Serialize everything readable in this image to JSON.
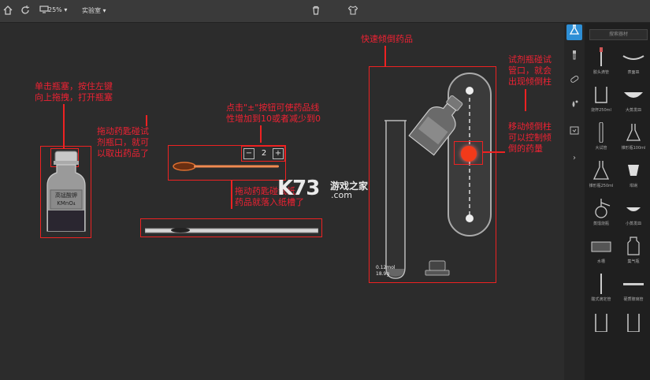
{
  "toolbar": {
    "zoom": "25%",
    "lab_menu": "实验室",
    "home_icon": "home-icon",
    "refresh_icon": "refresh-icon",
    "monitor_icon": "monitor-icon",
    "trash_icon": "trash-icon",
    "shirt_icon": "shirt-icon"
  },
  "annotations": {
    "open_bottle": "单击瓶塞，按住左键\n向上拖拽，打开瓶塞",
    "spoon_to_bottle": "拖动药匙碰试\n剂瓶口，就可\n以取出药品了",
    "plus_minus": "点击\"±\"按钮可使药品线\n性增加到10或者减少到0",
    "spoon_to_paper": "拖动药匙碰试纸，\n药品就落入纸槽了",
    "quick_pour": "快速倾倒药品",
    "bottle_touch": "试剂瓶碰试\n管口，就会\n出现倾倒柱",
    "move_pillar": "移动倾倒柱\n可以控制倾\n倒的药量"
  },
  "bottle": {
    "line1": "高锰酸钾",
    "line2": "KMnO₄"
  },
  "stepper": {
    "minus": "−",
    "value": "2",
    "plus": "+"
  },
  "tube_label": {
    "line1": "0.12mol",
    "line2": "18.9g"
  },
  "watermark": {
    "brand": "K73",
    "cn": "游戏之家",
    "dotcom": ".com"
  },
  "sidebar": {
    "search_placeholder": "搜索器材",
    "items": [
      {
        "label": "胶头滴管"
      },
      {
        "label": "表面皿"
      },
      {
        "label": "烧杯250ml"
      },
      {
        "label": "大蒸发皿"
      },
      {
        "label": "大试管"
      },
      {
        "label": "锥形瓶100ml"
      },
      {
        "label": "锥形瓶250ml"
      },
      {
        "label": "坩埚"
      },
      {
        "label": "蒸馏烧瓶"
      },
      {
        "label": "小蒸发皿"
      },
      {
        "label": "水槽"
      },
      {
        "label": "集气瓶"
      },
      {
        "label": "酸式滴定管"
      },
      {
        "label": "硬质玻璃管"
      },
      {
        "label": ""
      },
      {
        "label": ""
      }
    ]
  },
  "colors": {
    "accent": "#2e8fd6",
    "annotation": "#e22222",
    "background": "#2c2c2c"
  }
}
